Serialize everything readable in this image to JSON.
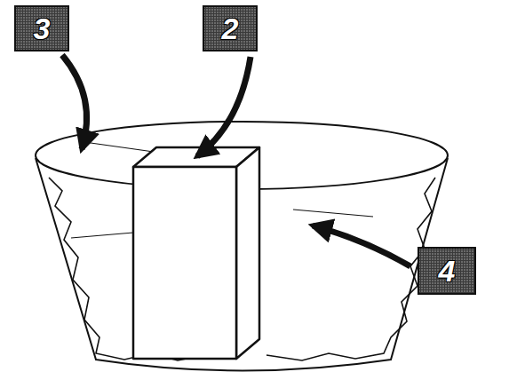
{
  "diagram": {
    "labels": [
      "3",
      "2",
      "4"
    ]
  }
}
